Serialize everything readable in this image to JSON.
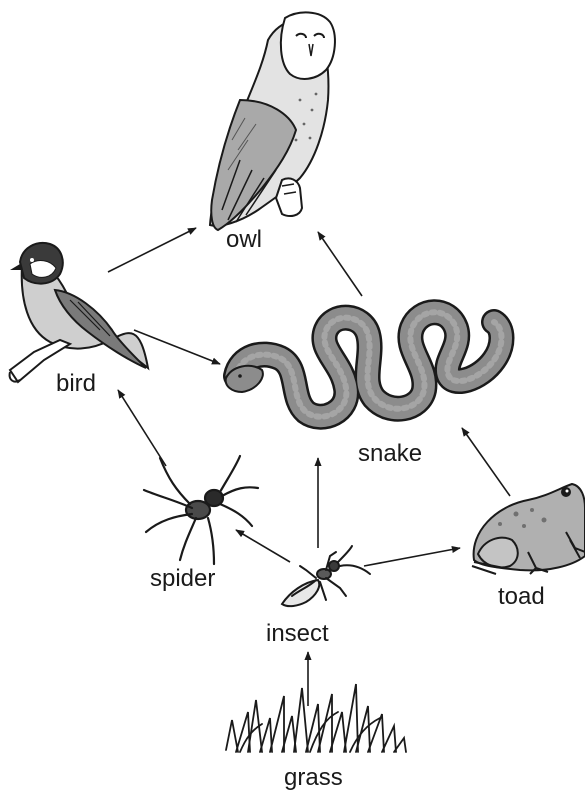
{
  "diagram": {
    "organisms": [
      {
        "id": "owl",
        "label": "owl"
      },
      {
        "id": "bird",
        "label": "bird"
      },
      {
        "id": "snake",
        "label": "snake"
      },
      {
        "id": "spider",
        "label": "spider"
      },
      {
        "id": "insect",
        "label": "insect"
      },
      {
        "id": "toad",
        "label": "toad"
      },
      {
        "id": "grass",
        "label": "grass"
      }
    ],
    "arrows": [
      {
        "from": "grass",
        "to": "insect"
      },
      {
        "from": "insect",
        "to": "spider"
      },
      {
        "from": "insect",
        "to": "snake"
      },
      {
        "from": "insect",
        "to": "toad"
      },
      {
        "from": "spider",
        "to": "bird"
      },
      {
        "from": "bird",
        "to": "owl"
      },
      {
        "from": "bird",
        "to": "snake"
      },
      {
        "from": "snake",
        "to": "owl"
      },
      {
        "from": "toad",
        "to": "snake"
      }
    ],
    "colors": {
      "ink": "#1a1a1a",
      "fill_dark": "#8a8a8a",
      "fill_light": "#d9d9d9",
      "background": "#ffffff"
    }
  }
}
